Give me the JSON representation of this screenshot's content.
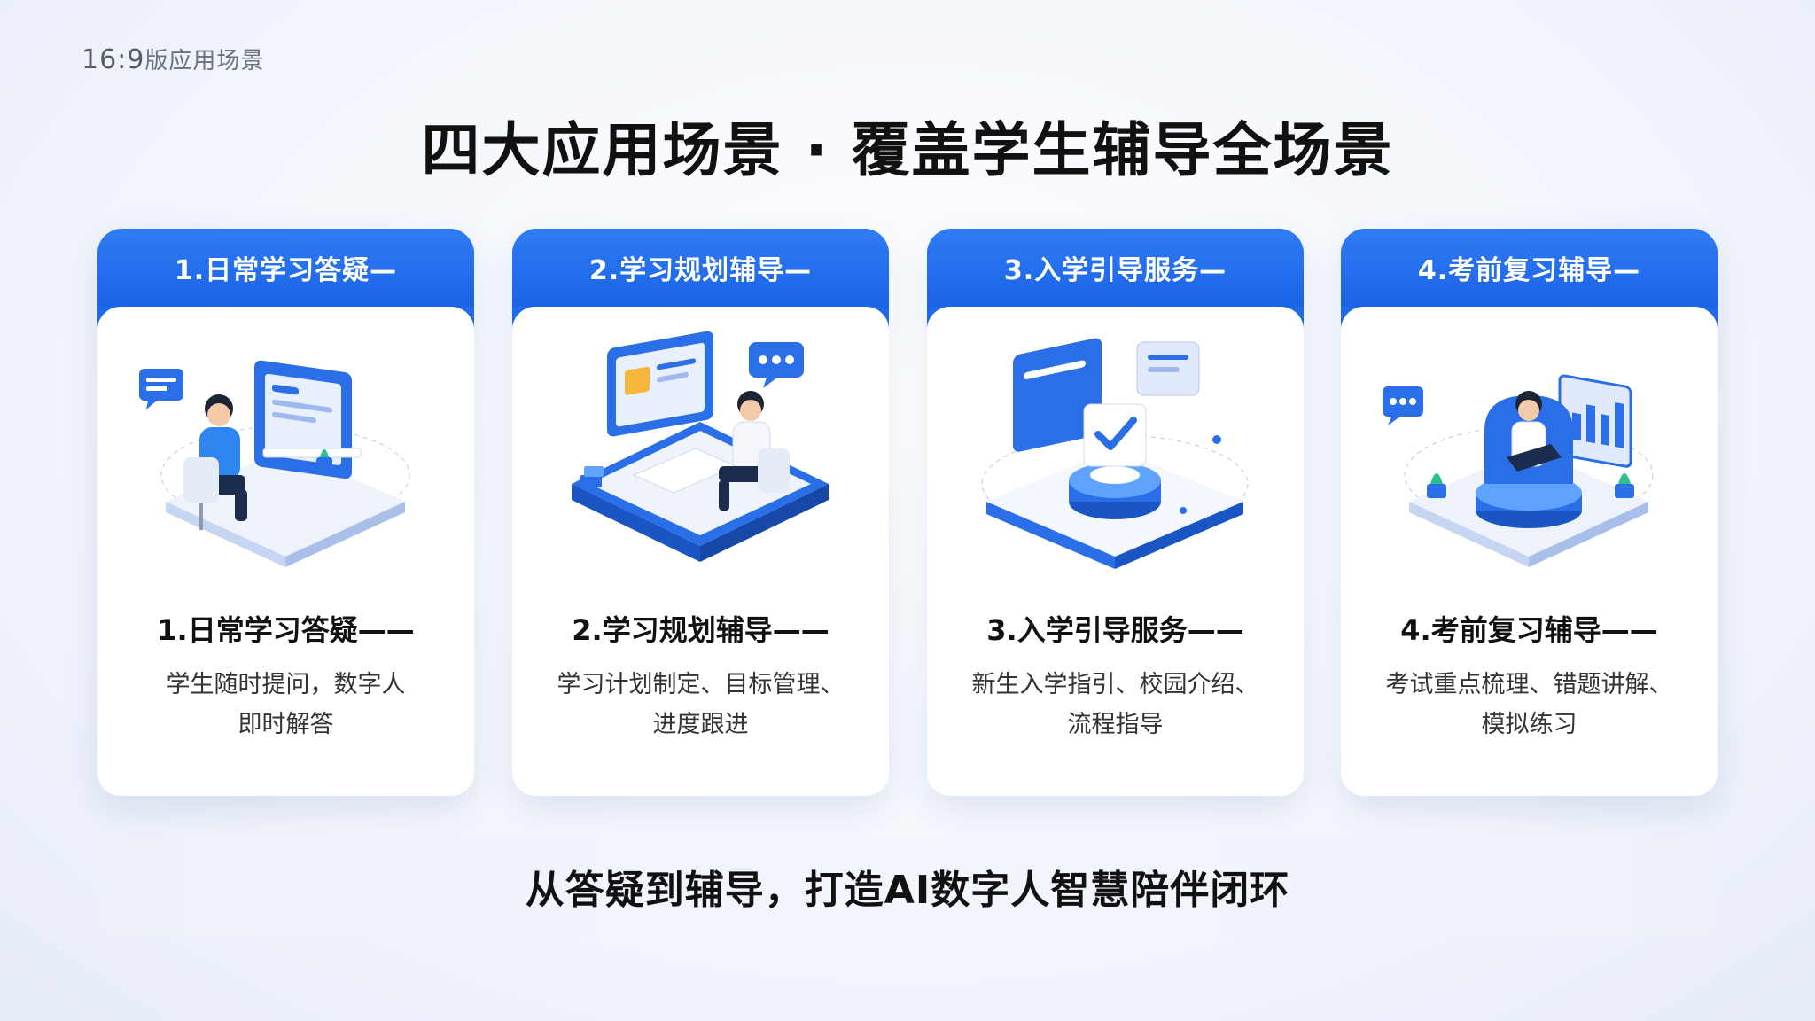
{
  "corner_label": {
    "ratio": "16:9",
    "text": "版应用场景"
  },
  "title": "四大应用场景 · 覆盖学生辅导全场景",
  "cards": [
    {
      "header": "1.日常学习答疑—",
      "subtitle": "1.日常学习答疑——",
      "desc_line1": "学生随时提问，数字人",
      "desc_line2": "即时解答",
      "illustration": "student-at-desk-illustration"
    },
    {
      "header": "2.学习规划辅导—",
      "subtitle": "2.学习规划辅导——",
      "desc_line1": "学习计划制定、目标管理、",
      "desc_line2": "进度跟进",
      "illustration": "student-at-computer-illustration"
    },
    {
      "header": "3.入学引导服务—",
      "subtitle": "3.入学引导服务——",
      "desc_line1": "新生入学指引、校园介绍、",
      "desc_line2": "流程指导",
      "illustration": "checkmark-platform-illustration"
    },
    {
      "header": "4.考前复习辅导—",
      "subtitle": "4.考前复习辅导——",
      "desc_line1": "考试重点梳理、错题讲解、",
      "desc_line2": "模拟练习",
      "illustration": "student-with-laptop-illustration"
    }
  ],
  "banner": "从答疑到辅导，打造AI数字人智慧陪伴闭环",
  "colors": {
    "accent": "#1e6bea",
    "accent_light": "#2f7cf4",
    "card_bg": "#ffffff",
    "banner_bg": "#eef2fa"
  }
}
